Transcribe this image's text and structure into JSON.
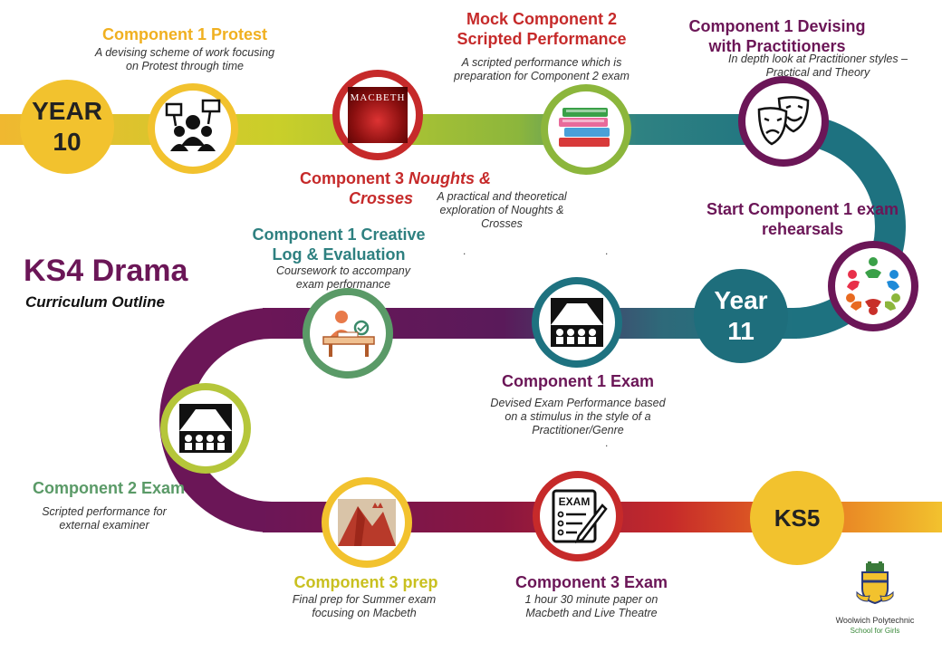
{
  "page": {
    "title": "KS4 Drama",
    "subtitle": "Curriculum Outline"
  },
  "milestones": {
    "year10": {
      "line1": "YEAR",
      "line2": "10"
    },
    "year11": {
      "line1": "Year",
      "line2": "11"
    },
    "ks5": {
      "label": "KS5"
    }
  },
  "steps": {
    "protest": {
      "title": "Component 1 Protest",
      "desc": "A devising scheme of work focusing on Protest through time"
    },
    "mock": {
      "title_line1": "Mock Component 2",
      "title_line2": "Scripted Performance",
      "desc": "A scripted performance which is preparation for Component 2 exam"
    },
    "devising": {
      "title_line1": "Component 1 Devising",
      "title_line2": "with Practitioners",
      "desc": "In depth look at Practitioner styles – Practical and Theory"
    },
    "noughts": {
      "title_part1": "Component 3 ",
      "title_italic1": "Noughts &",
      "title_italic2": "Crosses",
      "desc": "A practical and theoretical exploration of Noughts & Crosses"
    },
    "rehearsals": {
      "title_line1": "Start Component 1 exam",
      "title_line2": "rehearsals"
    },
    "creative_log": {
      "title_line1": "Component 1 Creative",
      "title_line2": "Log & Evaluation",
      "desc": "Coursework to accompany exam performance"
    },
    "c1_exam": {
      "title": "Component 1 Exam",
      "desc": "Devised Exam Performance based on a stimulus in the style of a Practitioner/Genre"
    },
    "c2_exam": {
      "title": "Component 2 Exam",
      "desc": "Scripted performance for external examiner"
    },
    "c3_prep": {
      "title": "Component 3 prep",
      "desc": "Final prep for Summer exam focusing on Macbeth"
    },
    "c3_exam": {
      "title": "Component 3 Exam",
      "desc": "1 hour 30 minute paper on Macbeth and Live Theatre"
    }
  },
  "icons": {
    "macbeth_text": "MACBETH",
    "exam_text": "EXAM"
  },
  "school": {
    "line1": "Woolwich Polytechnic",
    "line2": "School for Girls"
  },
  "colors": {
    "gold": "#f2c22e",
    "green": "#8cb63c",
    "teal": "#1e7280",
    "purple": "#6b1657",
    "red": "#c62a2a",
    "sage": "#5a9a67"
  }
}
